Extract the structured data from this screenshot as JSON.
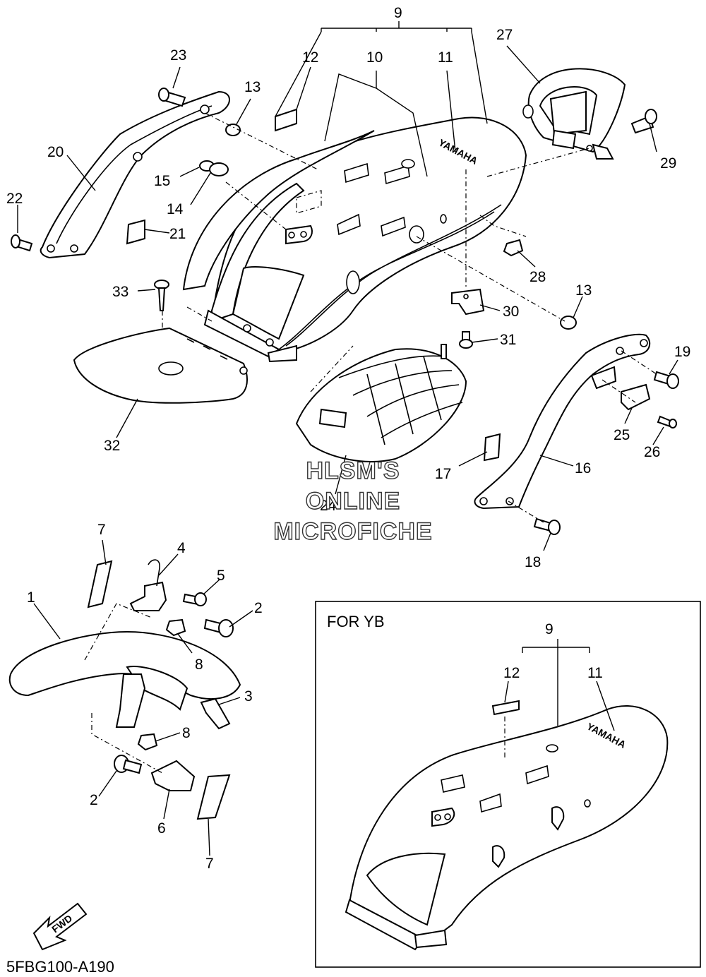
{
  "callouts": [
    {
      "id": "c9a",
      "text": "9"
    },
    {
      "id": "c10",
      "text": "10"
    },
    {
      "id": "c11a",
      "text": "11"
    },
    {
      "id": "c12a",
      "text": "12"
    },
    {
      "id": "c13a",
      "text": "13"
    },
    {
      "id": "c13b",
      "text": "13"
    },
    {
      "id": "c14",
      "text": "14"
    },
    {
      "id": "c15",
      "text": "15"
    },
    {
      "id": "c16",
      "text": "16"
    },
    {
      "id": "c17",
      "text": "17"
    },
    {
      "id": "c18",
      "text": "18"
    },
    {
      "id": "c19",
      "text": "19"
    },
    {
      "id": "c20",
      "text": "20"
    },
    {
      "id": "c21",
      "text": "21"
    },
    {
      "id": "c22",
      "text": "22"
    },
    {
      "id": "c23",
      "text": "23"
    },
    {
      "id": "c24",
      "text": "24"
    },
    {
      "id": "c25",
      "text": "25"
    },
    {
      "id": "c26",
      "text": "26"
    },
    {
      "id": "c27",
      "text": "27"
    },
    {
      "id": "c28",
      "text": "28"
    },
    {
      "id": "c29",
      "text": "29"
    },
    {
      "id": "c30",
      "text": "30"
    },
    {
      "id": "c31",
      "text": "31"
    },
    {
      "id": "c32",
      "text": "32"
    },
    {
      "id": "c33",
      "text": "33"
    },
    {
      "id": "c1",
      "text": "1"
    },
    {
      "id": "c2a",
      "text": "2"
    },
    {
      "id": "c2b",
      "text": "2"
    },
    {
      "id": "c3",
      "text": "3"
    },
    {
      "id": "c4",
      "text": "4"
    },
    {
      "id": "c5",
      "text": "5"
    },
    {
      "id": "c6",
      "text": "6"
    },
    {
      "id": "c7a",
      "text": "7"
    },
    {
      "id": "c7b",
      "text": "7"
    },
    {
      "id": "c8a",
      "text": "8"
    },
    {
      "id": "c8b",
      "text": "8"
    },
    {
      "id": "c9b",
      "text": "9"
    },
    {
      "id": "c11b",
      "text": "11"
    },
    {
      "id": "c12b",
      "text": "12"
    }
  ],
  "inset_label": "FOR YB",
  "brand_text": "YAMAHA",
  "fwd_label": "FWD",
  "diagram_code": "5FBG100-A190",
  "watermark": [
    "HLSM'S",
    "ONLINE",
    "MICROFICHE"
  ]
}
